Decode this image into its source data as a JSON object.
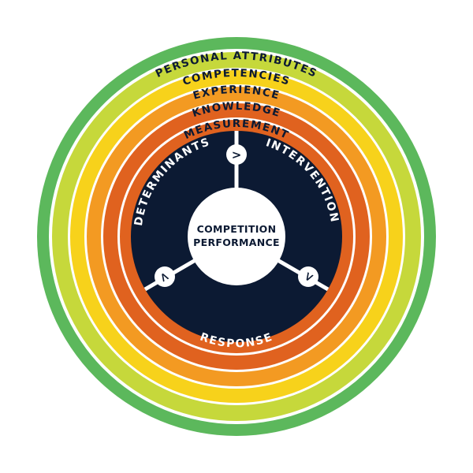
{
  "rings": [
    {
      "label": "PERSONAL ATTRIBUTES",
      "color": "#5cb85c"
    },
    {
      "label": "COMPETENCIES",
      "color": "#c6d83b"
    },
    {
      "label": "EXPERIENCE",
      "color": "#f7d21b"
    },
    {
      "label": "KNOWLEDGE",
      "color": "#f39a22"
    },
    {
      "label": "MEASUREMENT",
      "color": "#e0621f"
    }
  ],
  "sectors": [
    {
      "label": "DETERMINANTS"
    },
    {
      "label": "INTERVENTION"
    },
    {
      "label": "RESPONSE"
    }
  ],
  "center": {
    "line1": "COMPETITION",
    "line2": "PERFORMANCE"
  },
  "arrows": [
    {
      "glyph": ">",
      "icon": "chevron-right-icon"
    },
    {
      "glyph": "<",
      "icon": "chevron-left-icon"
    },
    {
      "glyph": "<",
      "icon": "chevron-left-icon"
    }
  ],
  "colors": {
    "navy": "#0c1a33",
    "white": "#ffffff"
  }
}
